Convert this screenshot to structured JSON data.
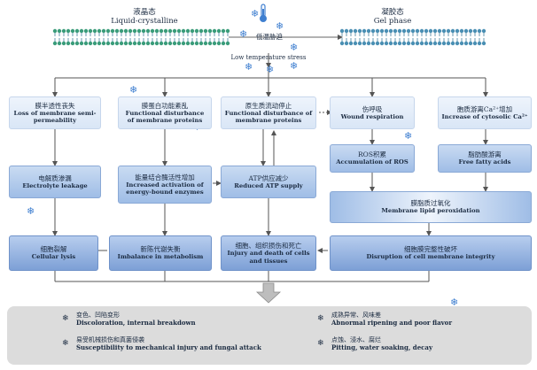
{
  "header": {
    "left_zh": "液晶态",
    "left_en": "Liquid-crystalline",
    "right_zh": "凝胶态",
    "right_en": "Gel phase",
    "stress_zh": "低温胁迫",
    "stress_en": "Low temperature stress"
  },
  "column1": {
    "b1_zh": "膜半透性丧失",
    "b1_en": "Loss of membrane semi-permeability",
    "b2_zh": "电解质渗漏",
    "b2_en": "Electrolyte leakage",
    "b3_zh": "细胞裂解",
    "b3_en": "Cellular lysis"
  },
  "column2": {
    "b1_zh": "膜蛋白功能紊乱",
    "b1_en": "Functional disturbance of membrane proteins",
    "b2_zh": "能量结合酶活性增加",
    "b2_en": "Increased activation of energy-bound enzymes",
    "b3_zh": "新陈代谢失衡",
    "b3_en": "Imbalance in metabolism"
  },
  "column3": {
    "b1_zh": "原生质流动停止",
    "b1_en": "Functional disturbance of membrane proteins",
    "b2_zh": "ATP供应减少",
    "b2_en": "Reduced ATP supply",
    "b3_zh": "细胞、组织损伤和死亡",
    "b3_en": "Injury and death of cells and tissues"
  },
  "column4": {
    "b1_zh": "伤呼吸",
    "b1_en": "Wound respiration",
    "b2_zh": "ROS积累",
    "b2_en": "Accumulation of ROS"
  },
  "column5": {
    "b1_zh": "胞质游离Ca²⁺增加",
    "b1_en": "Increase of cytosolic Ca²⁺",
    "b2_zh": "脂肪酸游离",
    "b2_en": "Free fatty acids"
  },
  "wide": {
    "perox_zh": "膜脂质过氧化",
    "perox_en": "Membrane lipid peroxidation",
    "disrupt_zh": "细胞膜完整性破坏",
    "disrupt_en": "Disruption of cell membrane integrity"
  },
  "bottom": {
    "i1_zh": "变色、凹陷变形",
    "i1_en": "Discoloration, internal breakdown",
    "i2_zh": "易受机械损伤和真菌侵袭",
    "i2_en": "Susceptibility to  mechanical injury  and fungal attack",
    "i3_zh": "成熟异常、风味差",
    "i3_en": "Abnormal ripening and poor flavor",
    "i4_zh": "点蚀、浸水、腐烂",
    "i4_en": "Pitting, water soaking, decay"
  },
  "colors": {
    "accent": "#3f7fd0",
    "arrow": "#555555"
  }
}
